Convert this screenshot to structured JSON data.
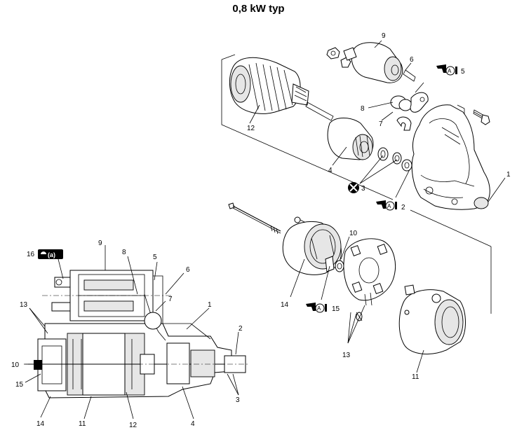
{
  "title": "0,8 kW typ",
  "labels": {
    "l1": "1",
    "l2": "2",
    "l3": "3",
    "l4": "4",
    "l5": "5",
    "l6": "6",
    "l7": "7",
    "l8": "8",
    "l9": "9",
    "l10": "10",
    "l11": "11",
    "l12": "12",
    "l13": "13",
    "l14": "14",
    "l15": "15",
    "l16": "16"
  },
  "torque_mark": "(a)",
  "grease_mark": "A"
}
